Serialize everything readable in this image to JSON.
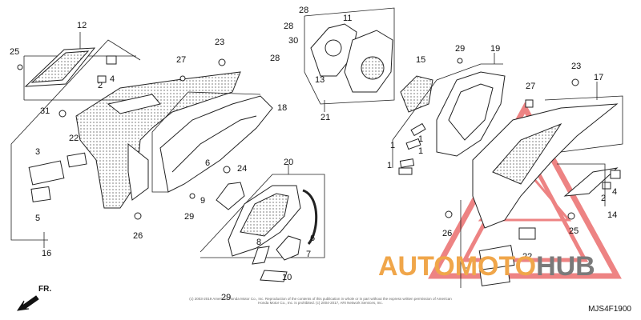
{
  "diagram": {
    "code": "MJS4F1900",
    "front_label": "FR.",
    "copyright": "(c) 2003-2019 American Honda Motor Co., Inc. Reproduction of the contents of this publication in whole or in part without the express written permission of American Honda Motor Co., Inc. is prohibited. (c) 2004-2017, ARI Network Services, Inc.",
    "watermark": {
      "part1": "AUTOMOTO",
      "part2": "HUB"
    },
    "callouts": [
      "12",
      "25",
      "2",
      "4",
      "27",
      "23",
      "31",
      "22",
      "3",
      "5",
      "16",
      "26",
      "29",
      "24",
      "6",
      "18",
      "9",
      "20",
      "8",
      "7",
      "10",
      "28",
      "28",
      "28",
      "11",
      "30",
      "13",
      "21",
      "15",
      "29",
      "19",
      "1",
      "1",
      "1",
      "1",
      "27",
      "23",
      "17",
      "2",
      "4",
      "3",
      "22",
      "26",
      "25",
      "14"
    ]
  }
}
